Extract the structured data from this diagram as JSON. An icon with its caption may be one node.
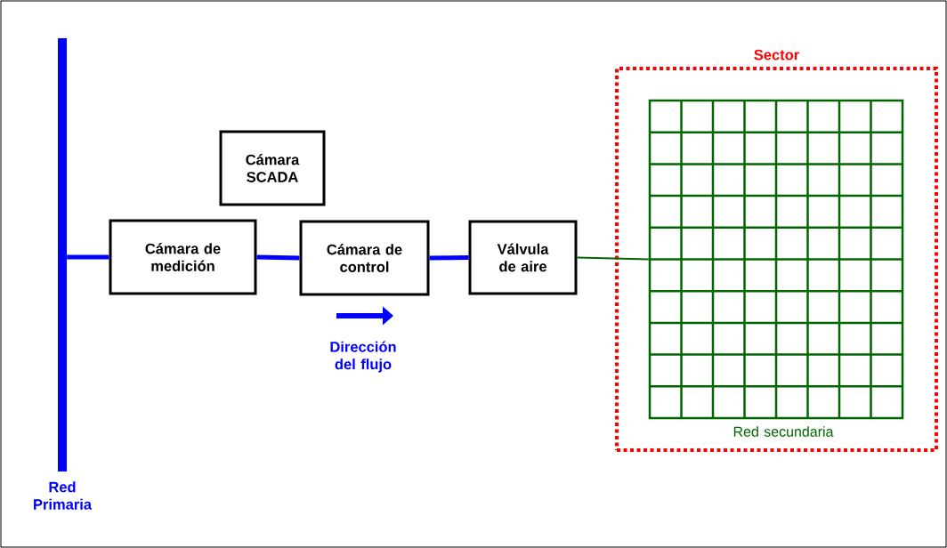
{
  "diagram": {
    "nodes": [
      {
        "text": [],
        "shape": "bar",
        "beside": [
          "Red Primaria"
        ]
      },
      {
        "text": [
          "Cámara de medición"
        ]
      },
      {
        "text": [
          "Cámara SCADA"
        ]
      },
      {
        "text": [
          "Cámara de control"
        ]
      },
      {
        "text": [
          "Válvula de aire"
        ]
      },
      {
        "text": [
          "Sector"
        ]
      },
      {
        "text": [],
        "shape": "grid",
        "beside": [
          "Red secundaria"
        ],
        "in": 5
      }
    ],
    "edges": [
      {
        "from": 0,
        "to": 1,
        "arrow": "none"
      },
      {
        "from": 1,
        "to": 3,
        "arrow": "none"
      },
      {
        "from": 3,
        "to": 4,
        "arrow": "none"
      },
      {
        "from": 4,
        "to": 6,
        "arrow": "none",
        "color": "#006600"
      }
    ],
    "labels": [
      "Dirección del flujo"
    ]
  }
}
